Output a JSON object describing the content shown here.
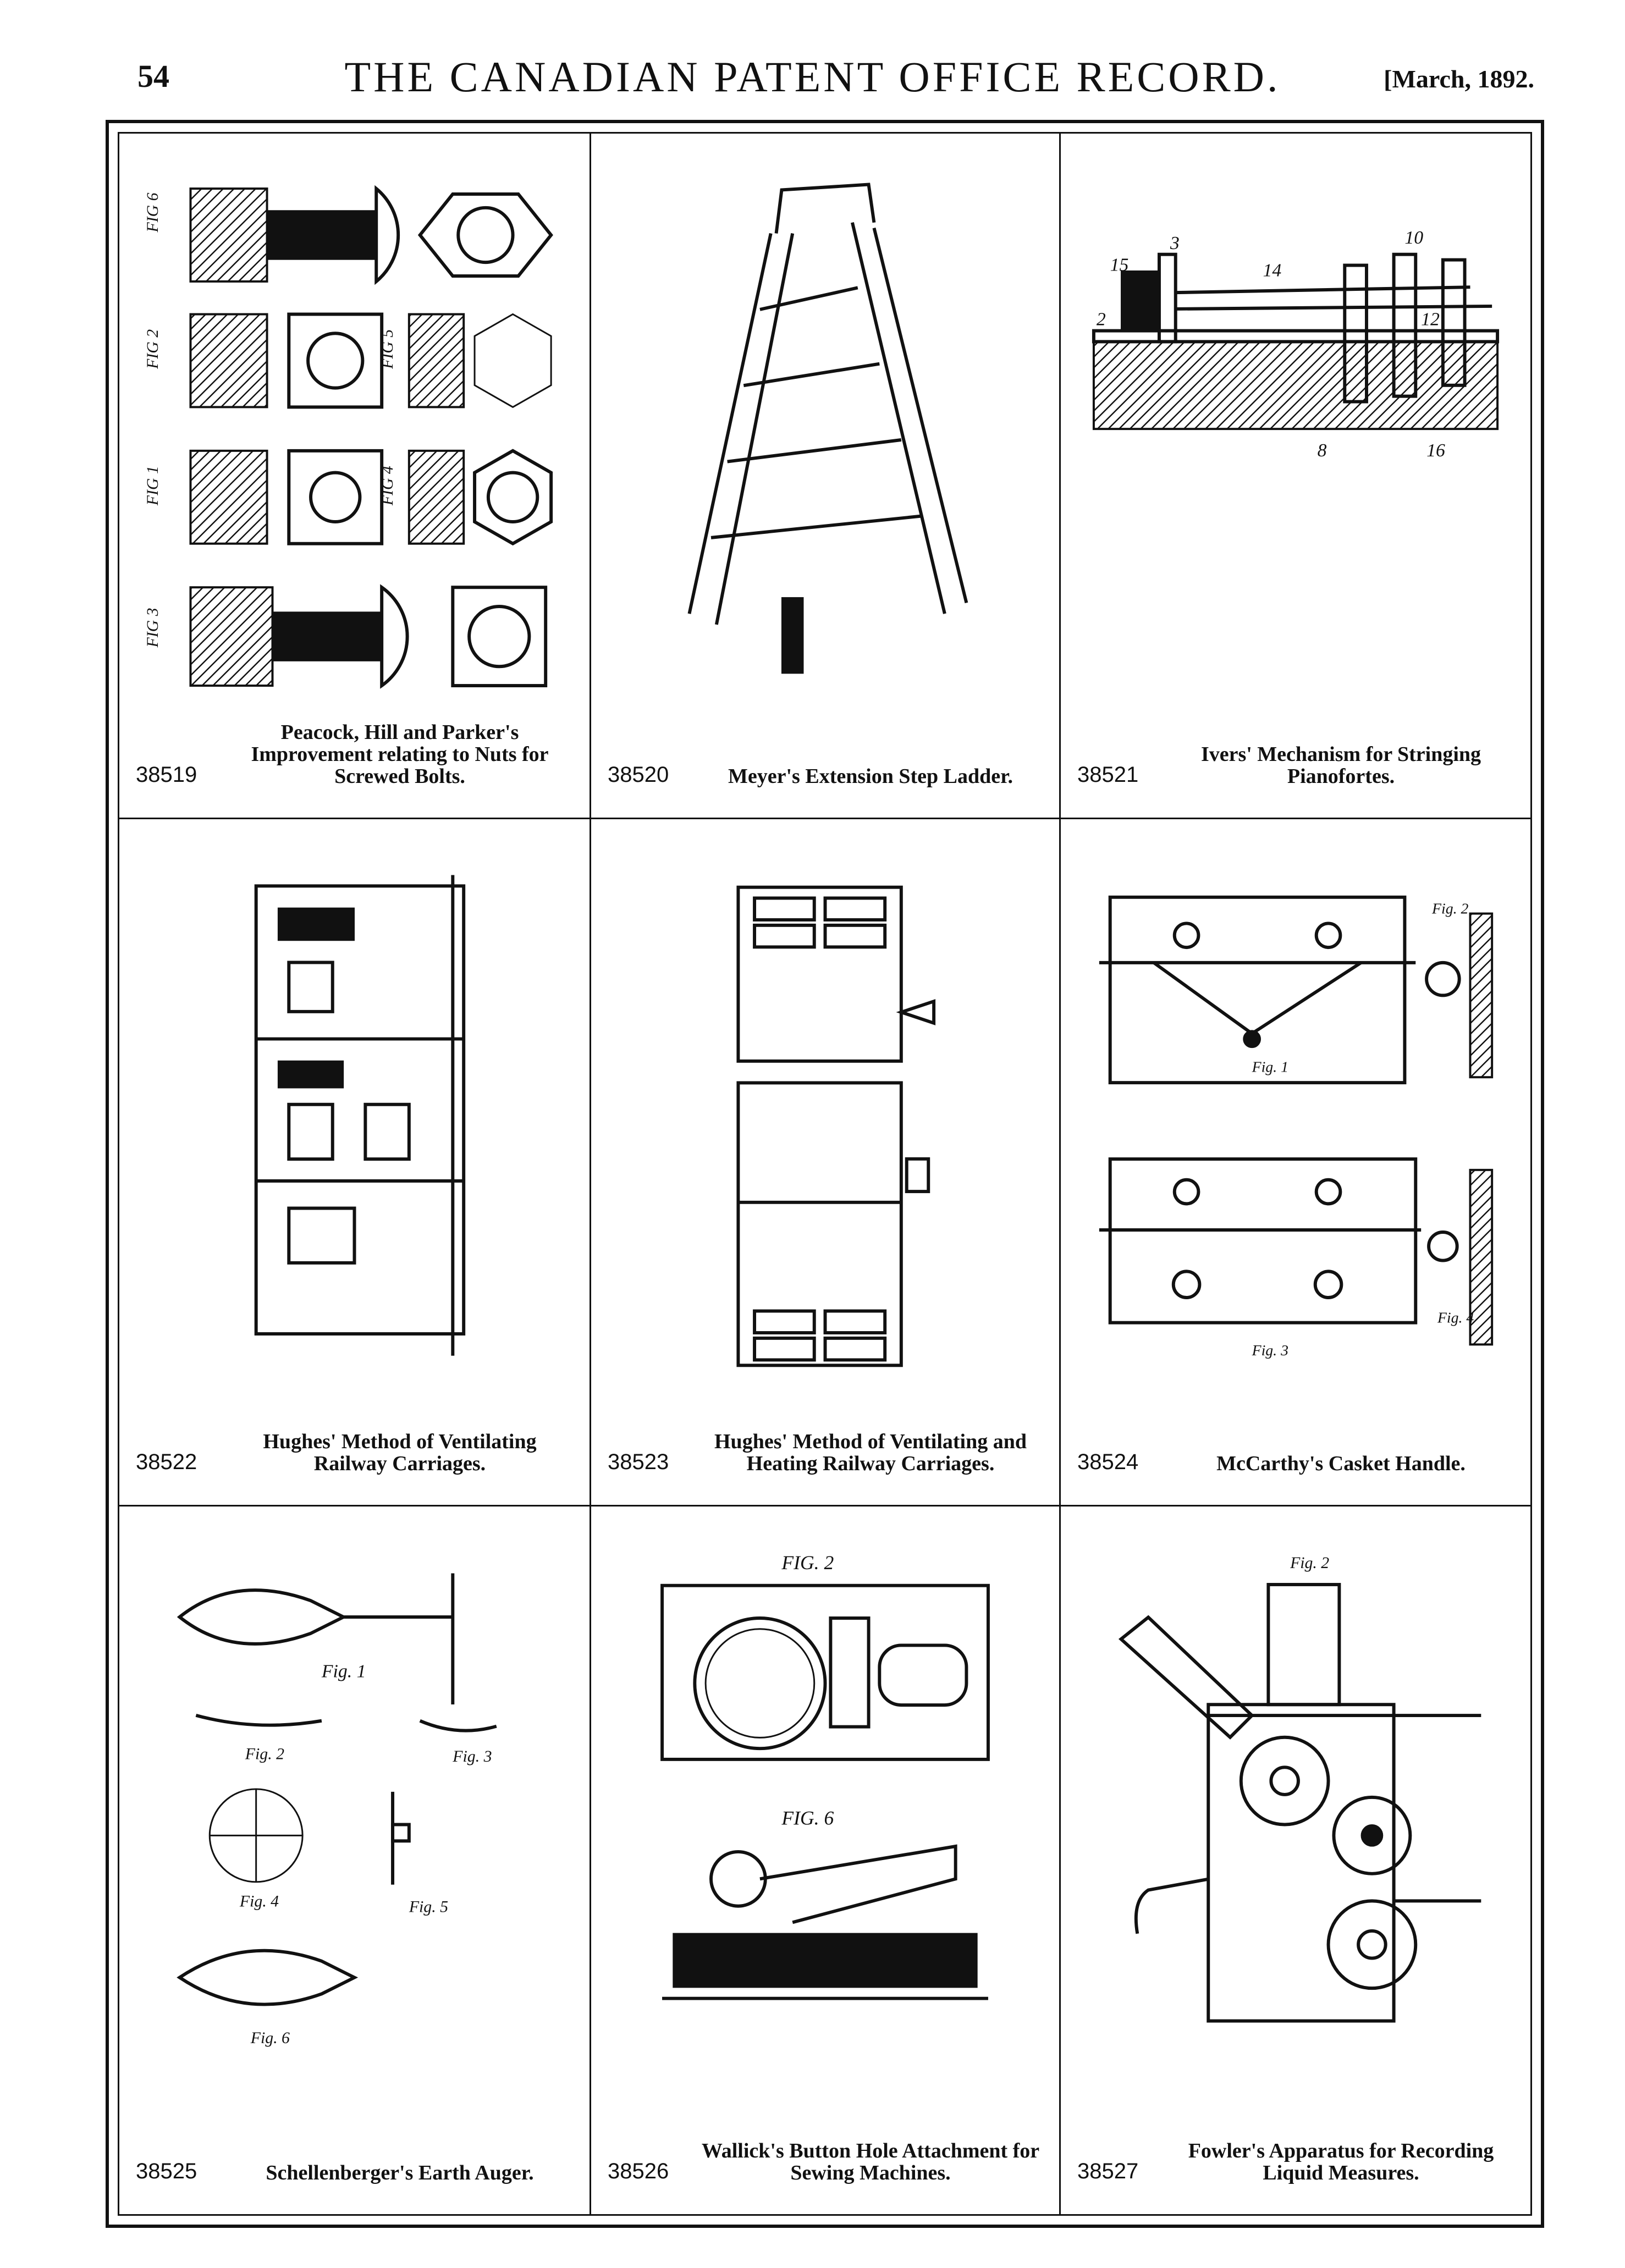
{
  "header": {
    "page_number": "54",
    "title": "THE CANADIAN PATENT OFFICE RECORD.",
    "date": "[March, 1892."
  },
  "patents": [
    {
      "number": "38519",
      "title": "Peacock, Hill and Parker's Improvement relating to Nuts for Screwed Bolts.",
      "figure_labels": [
        "FIG 6",
        "FIG 2",
        "FIG 5",
        "FIG 1",
        "FIG 4",
        "FIG 3"
      ]
    },
    {
      "number": "38520",
      "title": "Meyer's Extension Step Ladder.",
      "figure_labels": []
    },
    {
      "number": "38521",
      "title": "Ivers' Mechanism for Stringing Pianofortes.",
      "figure_labels": [
        "15",
        "3",
        "14",
        "10",
        "2",
        "12",
        "8",
        "16"
      ]
    },
    {
      "number": "38522",
      "title": "Hughes' Method of Ventilating Railway Carriages.",
      "figure_labels": []
    },
    {
      "number": "38523",
      "title": "Hughes' Method of Ventilating and Heating Railway Carriages.",
      "figure_labels": []
    },
    {
      "number": "38524",
      "title": "McCarthy's Casket Handle.",
      "figure_labels": [
        "Fig. 1",
        "Fig. 2",
        "Fig. 3",
        "Fig. 4"
      ]
    },
    {
      "number": "38525",
      "title": "Schellenberger's Earth Auger.",
      "figure_labels": [
        "Fig. 1",
        "Fig. 2",
        "Fig. 3",
        "Fig. 4",
        "Fig. 5",
        "Fig. 6"
      ]
    },
    {
      "number": "38526",
      "title": "Wallick's Button Hole Attachment for Sewing Machines.",
      "figure_labels": [
        "FIG. 2",
        "FIG. 6"
      ]
    },
    {
      "number": "38527",
      "title": "Fowler's Apparatus for Recording Liquid Measures.",
      "figure_labels": [
        "Fig. 2"
      ]
    }
  ]
}
